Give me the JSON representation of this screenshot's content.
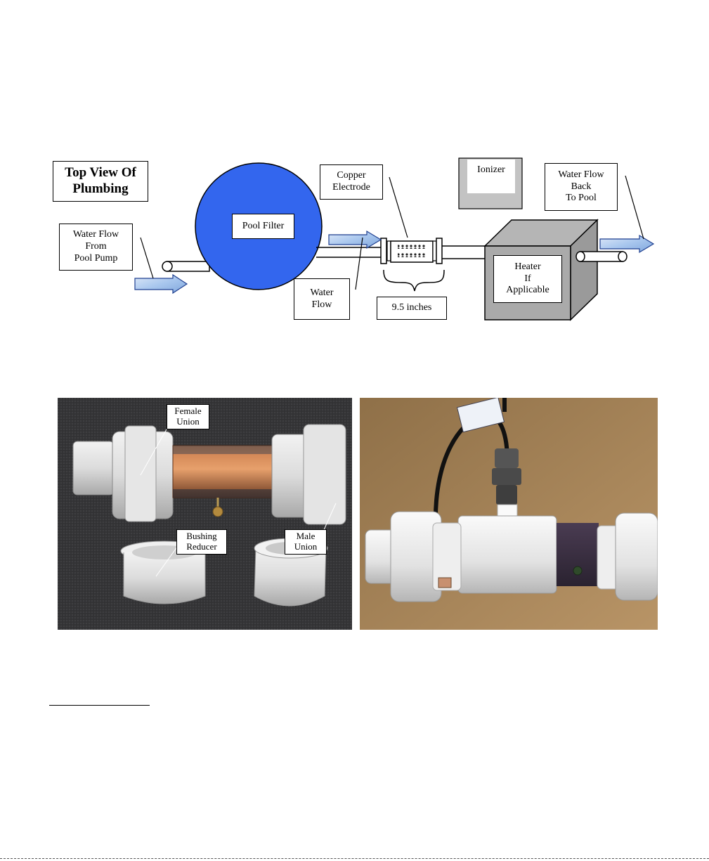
{
  "diagram": {
    "title": "Top View Of\nPlumbing",
    "water_flow_from": "Water Flow\nFrom\nPool Pump",
    "pool_filter": "Pool Filter",
    "copper_electrode": "Copper\nElectrode",
    "ionizer": "Ionizer",
    "water_flow_back": "Water Flow\nBack\nTo Pool",
    "water_flow": "Water\nFlow",
    "length": "9.5 inches",
    "heater": "Heater\nIf\nApplicable",
    "colors": {
      "filter_blue": "#3366ee",
      "heater_gray": "#aaaaaa",
      "arrow_blue": "#a9c7ee"
    }
  },
  "photo_left": {
    "female_union": "Female\nUnion",
    "bushing_reducer": "Bushing\nReducer",
    "male_union": "Male\nUnion"
  }
}
